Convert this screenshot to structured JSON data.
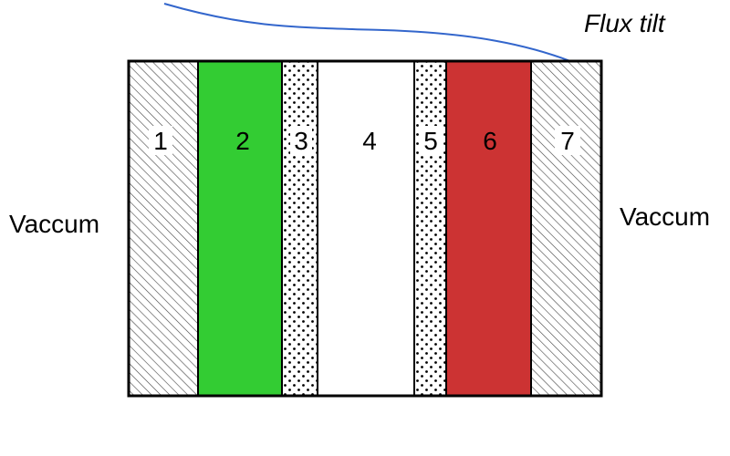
{
  "regions": [
    {
      "label": "1",
      "fill": "hatch"
    },
    {
      "label": "2",
      "fill": "#33cc33"
    },
    {
      "label": "3",
      "fill": "dots"
    },
    {
      "label": "4",
      "fill": "#ffffff"
    },
    {
      "label": "5",
      "fill": "dots"
    },
    {
      "label": "6",
      "fill": "#cc3333"
    },
    {
      "label": "7",
      "fill": "hatch"
    }
  ],
  "left_boundary": "Vaccum",
  "right_boundary": "Vaccum",
  "flux_curve": {
    "label": "Flux tilt",
    "color": "#3366cc"
  },
  "colors": {
    "outline": "#000000",
    "hatch": "#444444",
    "dots": "#000000"
  }
}
